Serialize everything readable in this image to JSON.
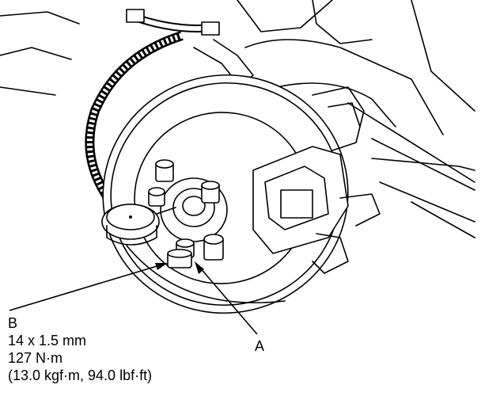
{
  "callouts": {
    "a": {
      "letter": "A"
    },
    "b": {
      "letter": "B",
      "size": "14 x 1.5 mm",
      "torque_nm": "127 N·m",
      "torque_alt": "(13.0 kgf·m, 94.0 lbf·ft)"
    }
  }
}
